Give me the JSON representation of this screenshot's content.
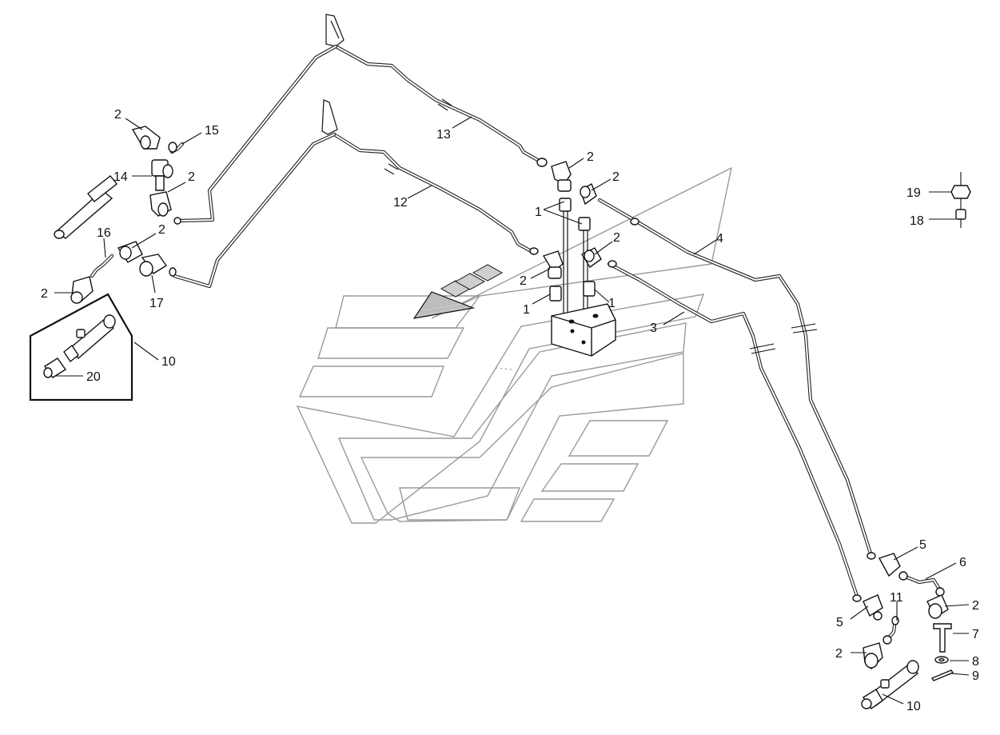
{
  "callouts": [
    {
      "id": "c2a",
      "text": "2"
    },
    {
      "id": "c15",
      "text": "15"
    },
    {
      "id": "c14",
      "text": "14"
    },
    {
      "id": "c2b",
      "text": "2"
    },
    {
      "id": "c16",
      "text": "16"
    },
    {
      "id": "c2c",
      "text": "2"
    },
    {
      "id": "c2d",
      "text": "2"
    },
    {
      "id": "c17",
      "text": "17"
    },
    {
      "id": "c10a",
      "text": "10"
    },
    {
      "id": "c20",
      "text": "20"
    },
    {
      "id": "c13",
      "text": "13"
    },
    {
      "id": "c12",
      "text": "12"
    },
    {
      "id": "c2e",
      "text": "2"
    },
    {
      "id": "c2f",
      "text": "2"
    },
    {
      "id": "c1a",
      "text": "1"
    },
    {
      "id": "c2g",
      "text": "2"
    },
    {
      "id": "c2h",
      "text": "2"
    },
    {
      "id": "c1b",
      "text": "1"
    },
    {
      "id": "c1c",
      "text": "1"
    },
    {
      "id": "c4",
      "text": "4"
    },
    {
      "id": "c3",
      "text": "3"
    },
    {
      "id": "c19",
      "text": "19"
    },
    {
      "id": "c18",
      "text": "18"
    },
    {
      "id": "c5a",
      "text": "5"
    },
    {
      "id": "c6",
      "text": "6"
    },
    {
      "id": "c2i",
      "text": "2"
    },
    {
      "id": "c11",
      "text": "11"
    },
    {
      "id": "c5b",
      "text": "5"
    },
    {
      "id": "c7",
      "text": "7"
    },
    {
      "id": "c2j",
      "text": "2"
    },
    {
      "id": "c8",
      "text": "8"
    },
    {
      "id": "c9",
      "text": "9"
    },
    {
      "id": "c10b",
      "text": "10"
    }
  ]
}
